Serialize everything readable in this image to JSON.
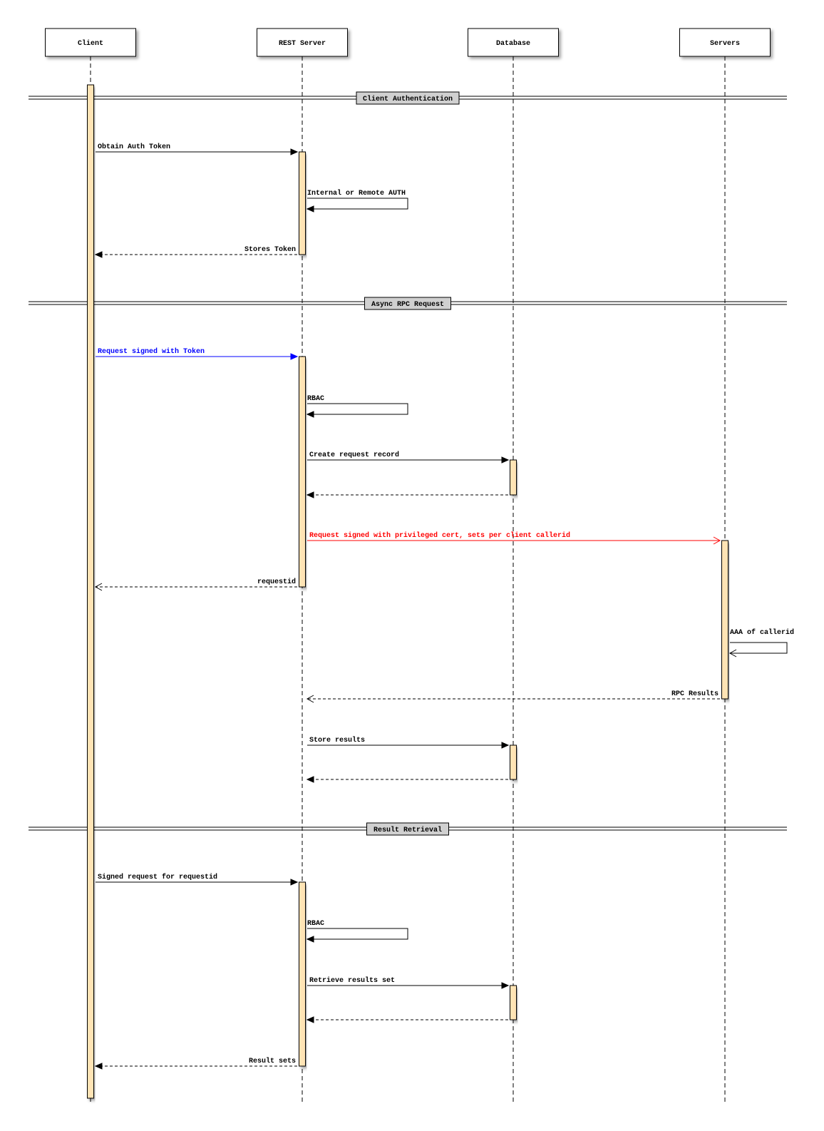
{
  "participants": [
    {
      "id": "client",
      "label": "Client"
    },
    {
      "id": "rest",
      "label": "REST Server"
    },
    {
      "id": "db",
      "label": "Database"
    },
    {
      "id": "servers",
      "label": "Servers"
    }
  ],
  "dividers": [
    {
      "label": "Client Authentication"
    },
    {
      "label": "Async RPC Request"
    },
    {
      "label": "Result Retrieval"
    }
  ],
  "messages": [
    {
      "from": "client",
      "to": "rest",
      "label": "Obtain Auth Token",
      "line": "solid",
      "head": "filled",
      "color": "#000000"
    },
    {
      "from": "rest",
      "to": "rest",
      "label": "Internal or Remote AUTH",
      "line": "solid",
      "head": "filled",
      "color": "#000000"
    },
    {
      "from": "rest",
      "to": "client",
      "label": "Stores Token",
      "line": "dashed",
      "head": "filled",
      "color": "#000000"
    },
    {
      "from": "client",
      "to": "rest",
      "label": "Request signed with Token",
      "line": "solid",
      "head": "filled",
      "color": "#0000ff"
    },
    {
      "from": "rest",
      "to": "rest",
      "label": "RBAC",
      "line": "solid",
      "head": "filled",
      "color": "#000000"
    },
    {
      "from": "rest",
      "to": "db",
      "label": "Create request record",
      "line": "solid",
      "head": "filled",
      "color": "#000000"
    },
    {
      "from": "db",
      "to": "rest",
      "label": "",
      "line": "dashed",
      "head": "filled",
      "color": "#000000"
    },
    {
      "from": "rest",
      "to": "servers",
      "label": "Request signed with privileged cert, sets per client callerid",
      "line": "solid",
      "head": "open",
      "color": "#ff0000"
    },
    {
      "from": "rest",
      "to": "client",
      "label": "requestid",
      "line": "dashed",
      "head": "open",
      "color": "#000000"
    },
    {
      "from": "servers",
      "to": "servers",
      "label": "AAA of callerid",
      "line": "solid",
      "head": "open",
      "color": "#000000"
    },
    {
      "from": "servers",
      "to": "rest",
      "label": "RPC Results",
      "line": "dashed",
      "head": "open",
      "color": "#000000"
    },
    {
      "from": "rest",
      "to": "db",
      "label": "Store results",
      "line": "solid",
      "head": "filled",
      "color": "#000000"
    },
    {
      "from": "db",
      "to": "rest",
      "label": "",
      "line": "dashed",
      "head": "filled",
      "color": "#000000"
    },
    {
      "from": "client",
      "to": "rest",
      "label": "Signed request for requestid",
      "line": "solid",
      "head": "filled",
      "color": "#000000"
    },
    {
      "from": "rest",
      "to": "rest",
      "label": "RBAC",
      "line": "solid",
      "head": "filled",
      "color": "#000000"
    },
    {
      "from": "rest",
      "to": "db",
      "label": "Retrieve results set",
      "line": "solid",
      "head": "filled",
      "color": "#000000"
    },
    {
      "from": "db",
      "to": "rest",
      "label": "",
      "line": "dashed",
      "head": "filled",
      "color": "#000000"
    },
    {
      "from": "rest",
      "to": "client",
      "label": "Result sets",
      "line": "dashed",
      "head": "filled",
      "color": "#000000"
    }
  ],
  "colors": {
    "activation": "#ffe4b5",
    "divider_box": "#d0d0d0"
  }
}
